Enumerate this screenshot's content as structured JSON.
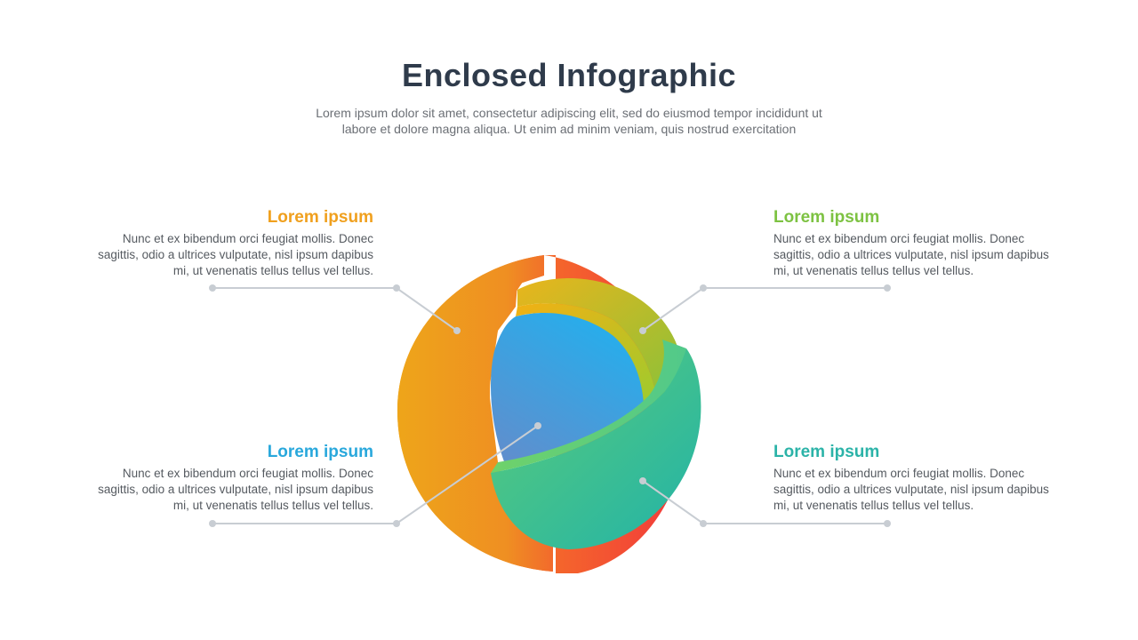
{
  "title": "Enclosed Infographic",
  "subtitle": "Lorem ipsum dolor sit amet, consectetur adipiscing elit, sed do eiusmod tempor incididunt ut labore et dolore magna aliqua. Ut enim ad minim veniam, quis nostrud exercitation",
  "items": [
    {
      "heading": "Lorem ipsum",
      "body": "Nunc et ex bibendum orci feugiat mollis. Donec sagittis, odio a ultrices vulputate, nisl ipsum dapibus mi, ut venenatis tellus tellus vel tellus.",
      "color": "#f0a01e"
    },
    {
      "heading": "Lorem ipsum",
      "body": "Nunc et ex bibendum orci feugiat mollis. Donec sagittis, odio a ultrices vulputate, nisl ipsum dapibus mi, ut venenatis tellus tellus vel tellus.",
      "color": "#7dc242"
    },
    {
      "heading": "Lorem ipsum",
      "body": "Nunc et ex bibendum orci feugiat mollis. Donec sagittis, odio a ultrices vulputate, nisl ipsum dapibus mi, ut venenatis tellus tellus vel tellus.",
      "color": "#29a8dc"
    },
    {
      "heading": "Lorem ipsum",
      "body": "Nunc et ex bibendum orci feugiat mollis. Donec sagittis, odio a ultrices vulputate, nisl ipsum dapibus mi, ut venenatis tellus tellus vel tellus.",
      "color": "#2bb3a8"
    }
  ],
  "colors": {
    "connector": "#c8cdd3",
    "orange": "#ee9a1c",
    "red": "#f2473a",
    "yellow_green": "#b5c22a",
    "blue": "#2ba9e6",
    "green": "#4cc48a",
    "teal": "#2db8a4"
  }
}
